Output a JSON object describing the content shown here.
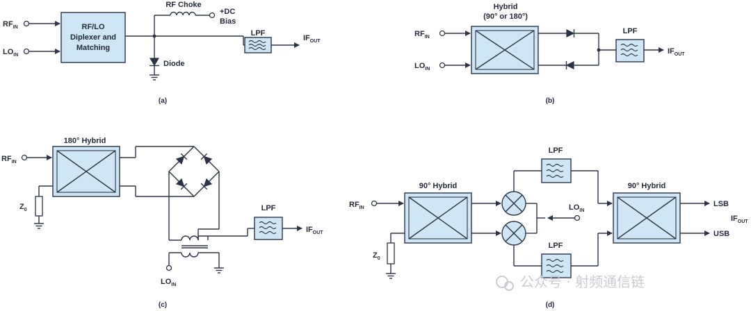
{
  "colors": {
    "block_fill": "#cfe6f6",
    "line": "#2b3347",
    "text": "#232a3a",
    "watermark": "#c9ccd2"
  },
  "a": {
    "rf_in": "RF",
    "rf_in_sub": "IN",
    "lo_in": "LO",
    "lo_in_sub": "IN",
    "block": [
      "RF/LO",
      "Diplexer and",
      "Matching"
    ],
    "rf_choke": "RF Choke",
    "dc_bias": [
      "+DC",
      "Bias"
    ],
    "lpf": "LPF",
    "if_out": "IF",
    "if_out_sub": "OUT",
    "diode": "Diode",
    "caption": "(a)"
  },
  "b": {
    "hybrid": [
      "Hybrid",
      "(90° or 180°)"
    ],
    "rf_in": "RF",
    "rf_in_sub": "IN",
    "lo_in": "LO",
    "lo_in_sub": "IN",
    "lpf": "LPF",
    "if_out": "IF",
    "if_out_sub": "OUT",
    "caption": "(b)"
  },
  "c": {
    "hybrid": "180° Hybrid",
    "rf_in": "RF",
    "rf_in_sub": "IN",
    "z0": "Z",
    "z0_sub": "0",
    "lpf": "LPF",
    "if_out": "IF",
    "if_out_sub": "OUT",
    "lo_in": "LO",
    "lo_in_sub": "IN",
    "caption": "(c)"
  },
  "d": {
    "hybrid_left": "90° Hybrid",
    "hybrid_right": "90° Hybrid",
    "rf_in": "RF",
    "rf_in_sub": "IN",
    "z0": "Z",
    "z0_sub": "0",
    "lpf_top": "LPF",
    "lpf_bottom": "LPF",
    "lo_in": "LO",
    "lo_in_sub": "IN",
    "lsb": "LSB",
    "usb": "USB",
    "if_out": "IF",
    "if_out_sub": "OUT",
    "caption": "(d)"
  },
  "watermark": "公众号 · 射频通信链"
}
